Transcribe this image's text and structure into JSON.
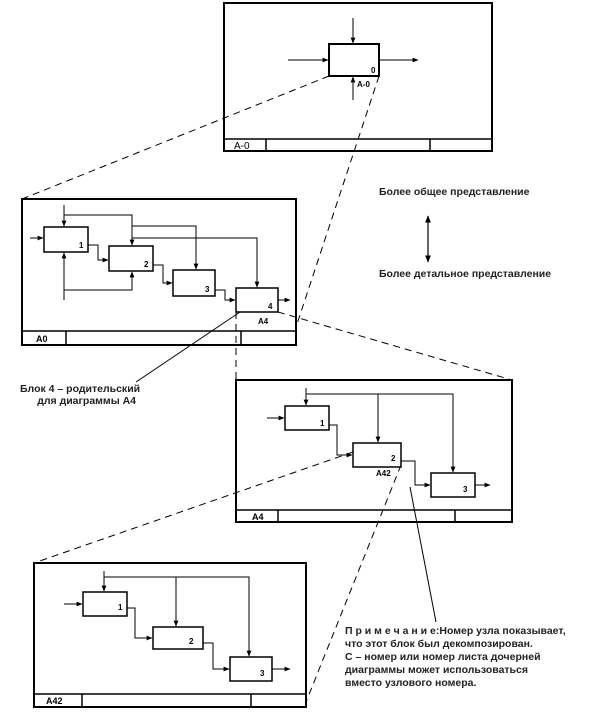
{
  "frames": {
    "top": {
      "node": "A-0",
      "block_number": "0",
      "block_ref": "A-0"
    },
    "second": {
      "node": "A0",
      "blocks": [
        "1",
        "2",
        "3",
        "4"
      ],
      "block4_ref": "A4"
    },
    "third": {
      "node": "A4",
      "blocks": [
        "1",
        "2",
        "3"
      ],
      "block2_ref": "A42"
    },
    "fourth": {
      "node": "A42",
      "blocks": [
        "1",
        "2",
        "3"
      ]
    }
  },
  "labels": {
    "general": "Более общее представление",
    "detailed": "Более детальное представление",
    "parent_line1": "Блок 4 – родительский",
    "parent_line2": "для диаграммы А4"
  },
  "note": {
    "heading": "П р и м е ч а н и е:",
    "line1_rest": "Номер узла показывает,",
    "line2": "что этот блок был декомпозирован.",
    "line3": "С – номер или номер листа дочерней",
    "line4": "диаграммы может использоваться",
    "line5": "вместо узлового номера."
  }
}
